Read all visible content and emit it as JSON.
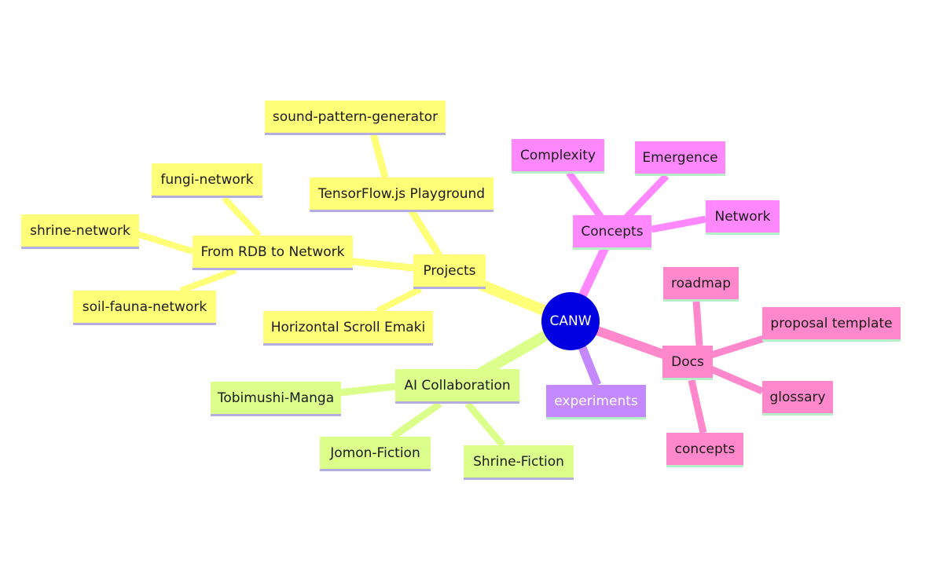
{
  "root": {
    "label": "CANW",
    "color": "#0000e0"
  },
  "branches": {
    "projects": {
      "label": "Projects",
      "color": "#ffff78",
      "children": {
        "tensorflow": {
          "label": "TensorFlow.js Playground",
          "children": {
            "sound": {
              "label": "sound-pattern-generator"
            }
          }
        },
        "rdb": {
          "label": "From RDB to Network",
          "children": {
            "fungi": {
              "label": "fungi-network"
            },
            "shrine": {
              "label": "shrine-network"
            },
            "soil": {
              "label": "soil-fauna-network"
            }
          }
        },
        "emaki": {
          "label": "Horizontal Scroll Emaki"
        }
      }
    },
    "ai": {
      "label": "AI Collaboration",
      "color": "#dcff8c",
      "children": {
        "tobimushi": {
          "label": "Tobimushi-Manga"
        },
        "jomon": {
          "label": "Jomon-Fiction"
        },
        "shrine_fiction": {
          "label": "Shrine-Fiction"
        }
      }
    },
    "concepts": {
      "label": "Concepts",
      "color": "#ff88ff",
      "children": {
        "complexity": {
          "label": "Complexity"
        },
        "emergence": {
          "label": "Emergence"
        },
        "network": {
          "label": "Network"
        }
      }
    },
    "docs": {
      "label": "Docs",
      "color": "#ff88cc",
      "children": {
        "roadmap": {
          "label": "roadmap"
        },
        "proposal": {
          "label": "proposal template"
        },
        "glossary": {
          "label": "glossary"
        },
        "concepts_doc": {
          "label": "concepts"
        }
      }
    },
    "experiments": {
      "label": "experiments",
      "color": "#c488ff"
    }
  }
}
